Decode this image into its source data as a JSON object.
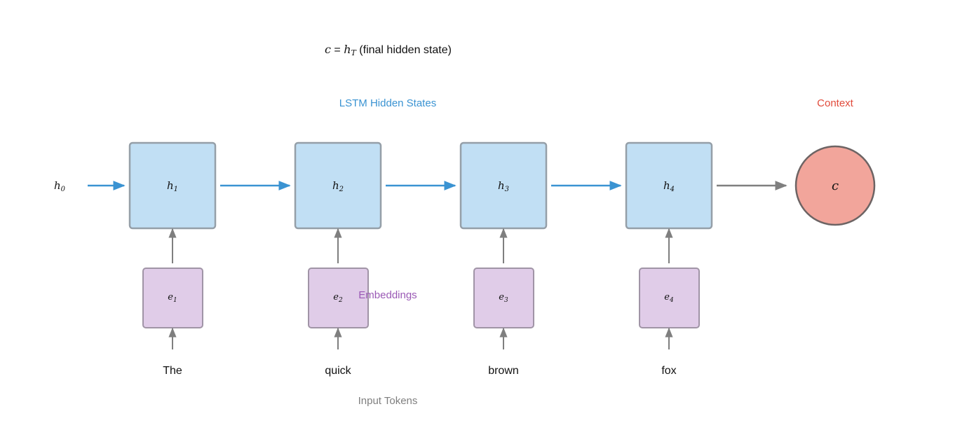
{
  "formula": {
    "lhs": "c",
    "eq": " = ",
    "h": "h",
    "sub": "T",
    "desc": " (final hidden state)"
  },
  "section_labels": {
    "hidden": "LSTM Hidden States",
    "context": "Context",
    "embeddings": "Embeddings",
    "tokens": "Input Tokens"
  },
  "initial_state": {
    "name": "h",
    "sub": "0"
  },
  "hidden_states": [
    {
      "name": "h",
      "sub": "1"
    },
    {
      "name": "h",
      "sub": "2"
    },
    {
      "name": "h",
      "sub": "3"
    },
    {
      "name": "h",
      "sub": "4"
    }
  ],
  "embeddings": [
    {
      "name": "e",
      "sub": "1"
    },
    {
      "name": "e",
      "sub": "2"
    },
    {
      "name": "e",
      "sub": "3"
    },
    {
      "name": "e",
      "sub": "4"
    }
  ],
  "tokens": [
    "The",
    "quick",
    "brown",
    "fox"
  ],
  "context_node": {
    "name": "c"
  },
  "colors": {
    "hidden_fill": "#c1dff4",
    "hidden_stroke": "#959fa8",
    "embedding_fill": "#e0cce8",
    "embedding_stroke": "#a094a6",
    "context_fill": "#f2a59b",
    "context_stroke": "#6d6464",
    "recurrent_arrow": "#3a93d2",
    "input_arrow": "#7f7f7f"
  }
}
